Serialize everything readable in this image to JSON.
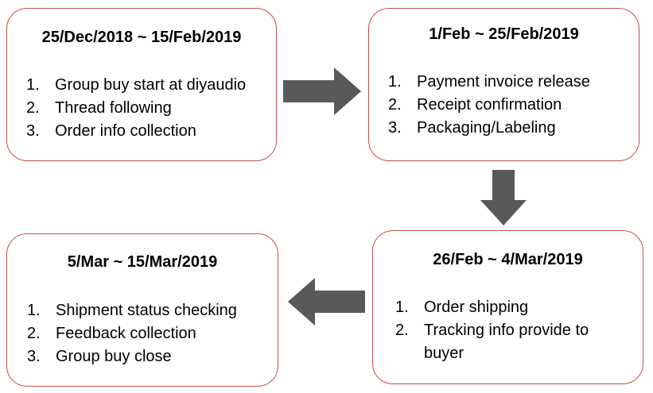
{
  "accent_color": "#c0504d",
  "arrow_color": "#595959",
  "stages": [
    {
      "date_range": "25/Dec/2018 ~ 15/Feb/2019",
      "steps": [
        {
          "num": "1.",
          "text": "Group buy start at diyaudio"
        },
        {
          "num": "2.",
          "text": "Thread following"
        },
        {
          "num": "3.",
          "text": "Order info collection"
        }
      ]
    },
    {
      "date_range": "1/Feb ~ 25/Feb/2019",
      "steps": [
        {
          "num": "1.",
          "text": "Payment invoice release"
        },
        {
          "num": "2.",
          "text": "Receipt confirmation"
        },
        {
          "num": "3.",
          "text": "Packaging/Labeling"
        }
      ]
    },
    {
      "date_range": "26/Feb ~ 4/Mar/2019",
      "steps": [
        {
          "num": "1.",
          "text": "Order shipping"
        },
        {
          "num": "2.",
          "text": "Tracking info provide to buyer"
        }
      ]
    },
    {
      "date_range": "5/Mar ~ 15/Mar/2019",
      "steps": [
        {
          "num": "1.",
          "text": "Shipment status checking"
        },
        {
          "num": "2.",
          "text": "Feedback collection"
        },
        {
          "num": "3.",
          "text": "Group buy close"
        }
      ]
    }
  ],
  "arrows": [
    {
      "icon": "arrow-right-icon"
    },
    {
      "icon": "arrow-down-icon"
    },
    {
      "icon": "arrow-left-icon"
    }
  ]
}
